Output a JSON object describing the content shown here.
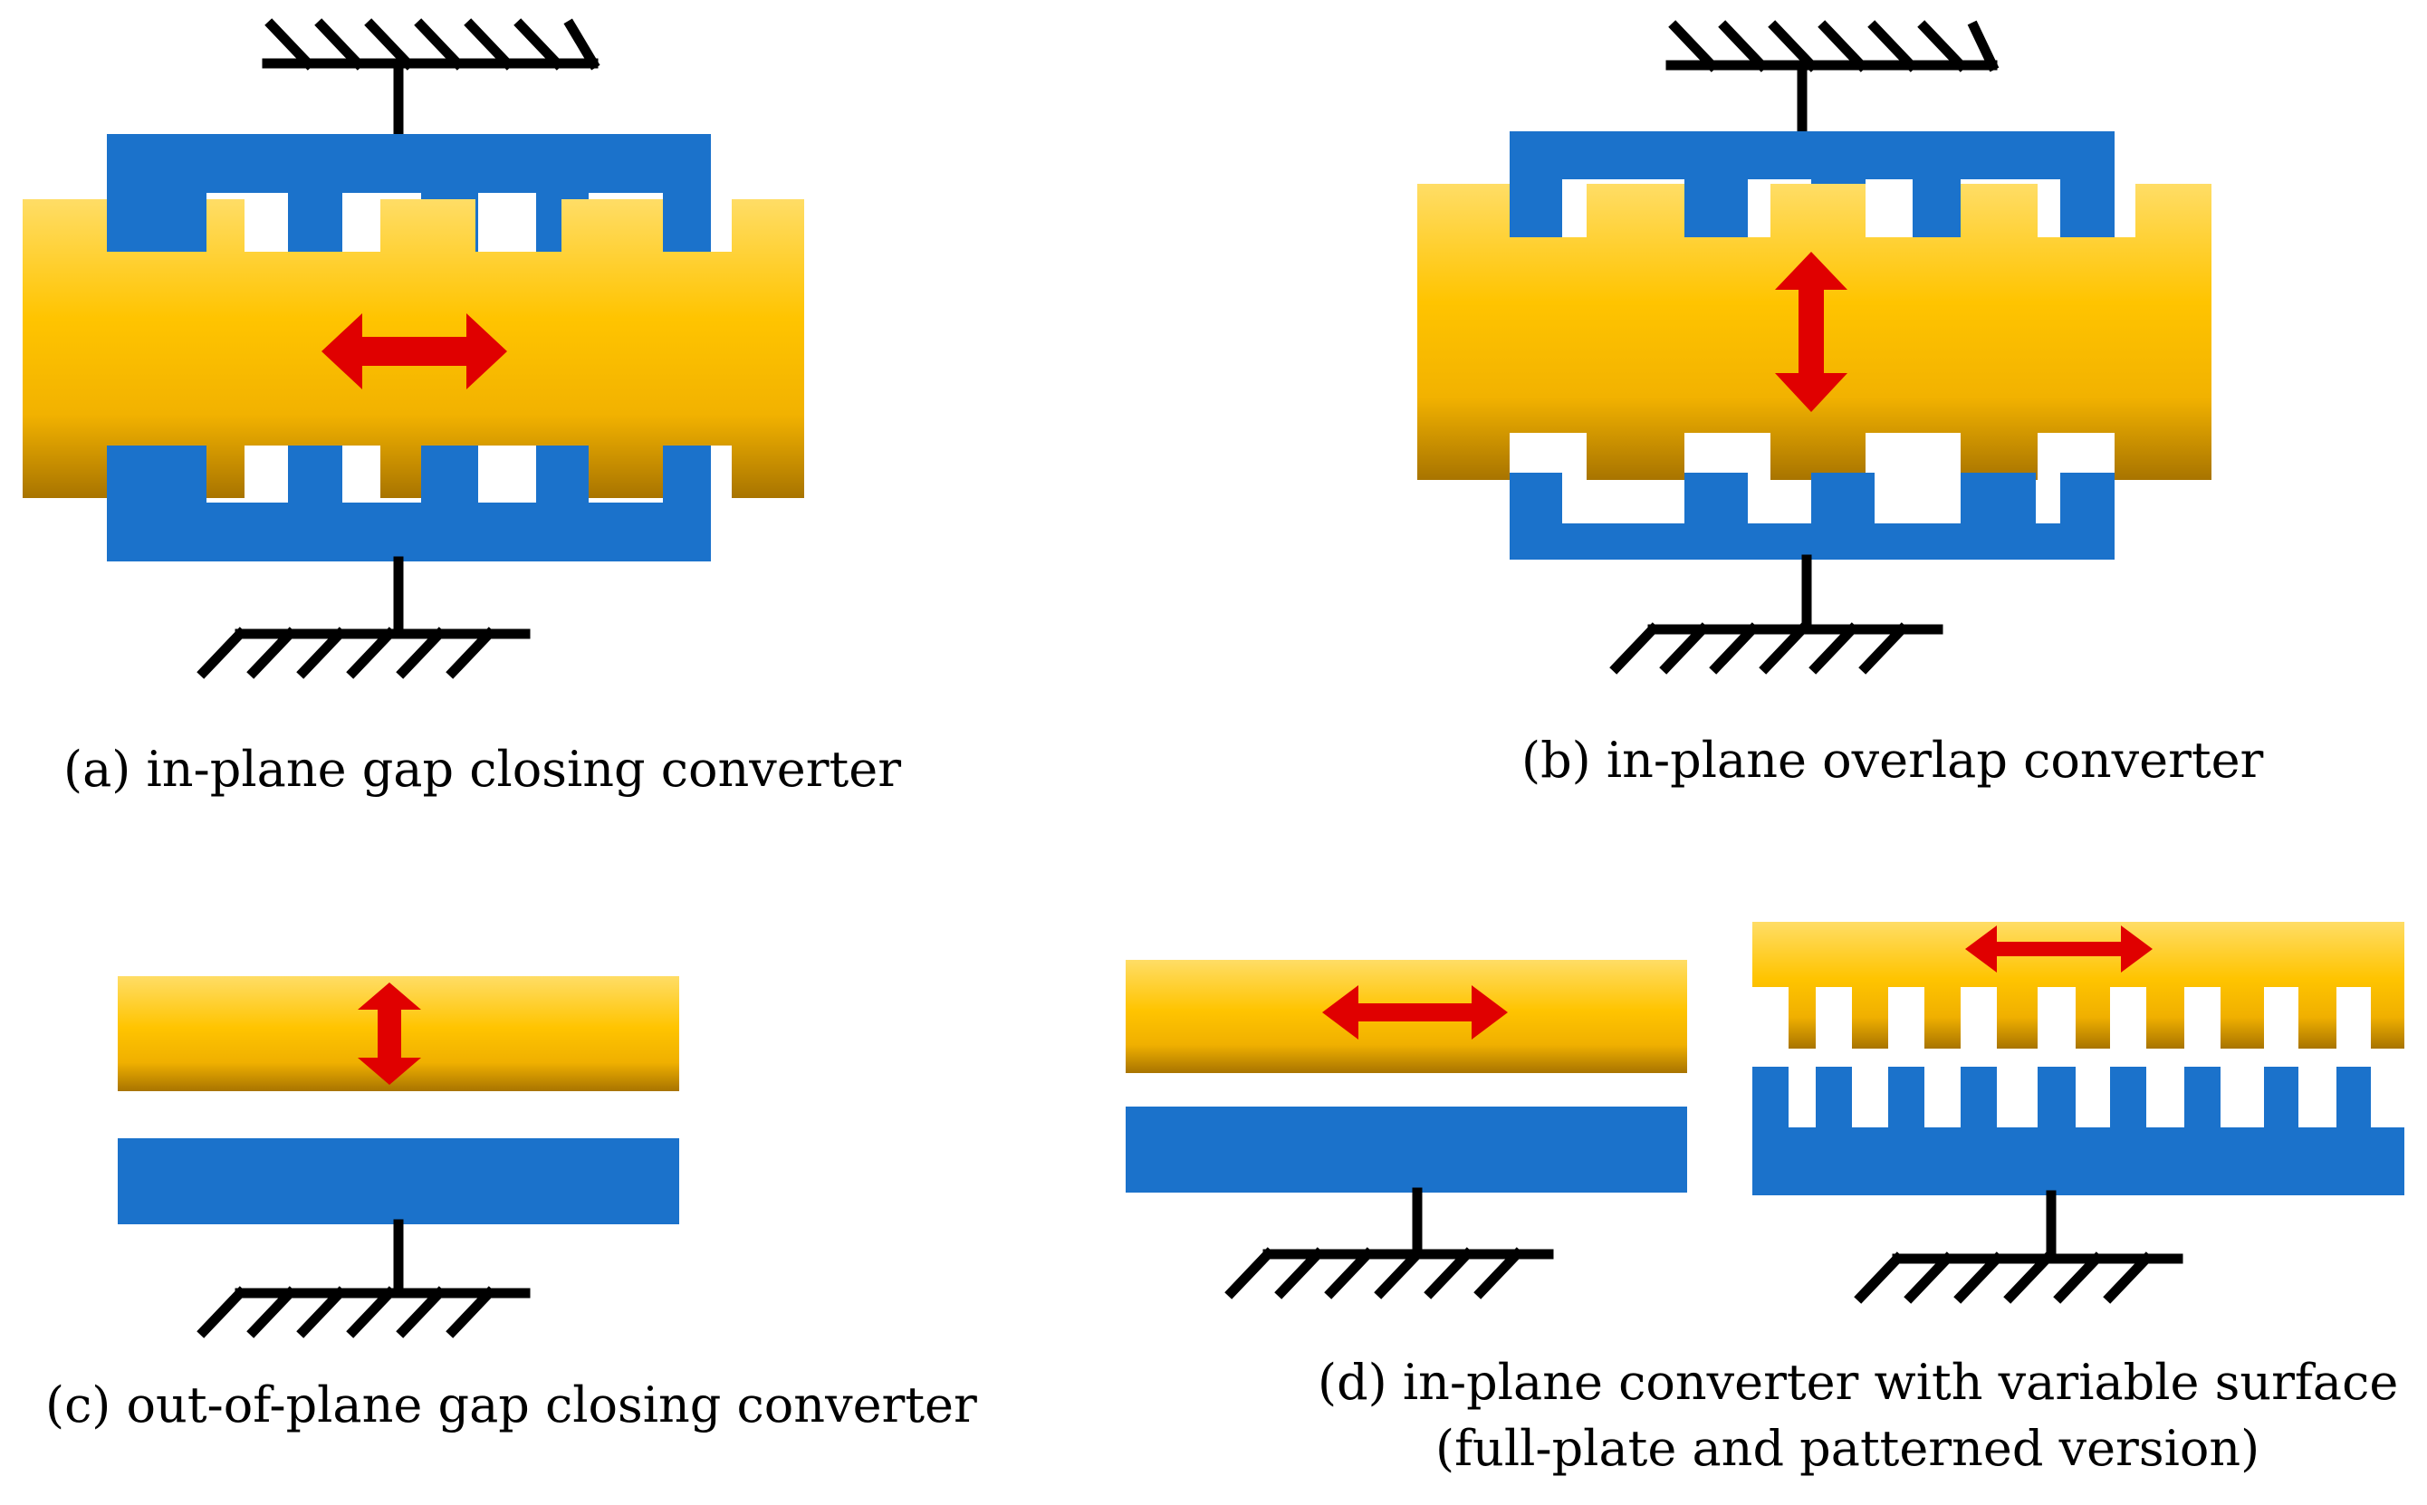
{
  "captions": {
    "a": "(a) in-plane gap closing converter",
    "b": "(b) in-plane overlap converter",
    "c": "(c) out-of-plane gap closing converter",
    "d_line1": "(d) in-plane converter with variable surface",
    "d_line2": "(full-plate and patterned version)"
  },
  "colors": {
    "fixed_electrode": "#1B72CB",
    "moving_electrode_top": "#FFD95A",
    "moving_electrode_mid": "#FFC300",
    "moving_electrode_bottom": "#B07A00",
    "motion_arrow": "#E00000",
    "ground": "#000000"
  },
  "icons": {
    "ground": "ground-anchor-icon",
    "arrow_horizontal": "double-arrow-horizontal-icon",
    "arrow_vertical": "double-arrow-vertical-icon"
  }
}
